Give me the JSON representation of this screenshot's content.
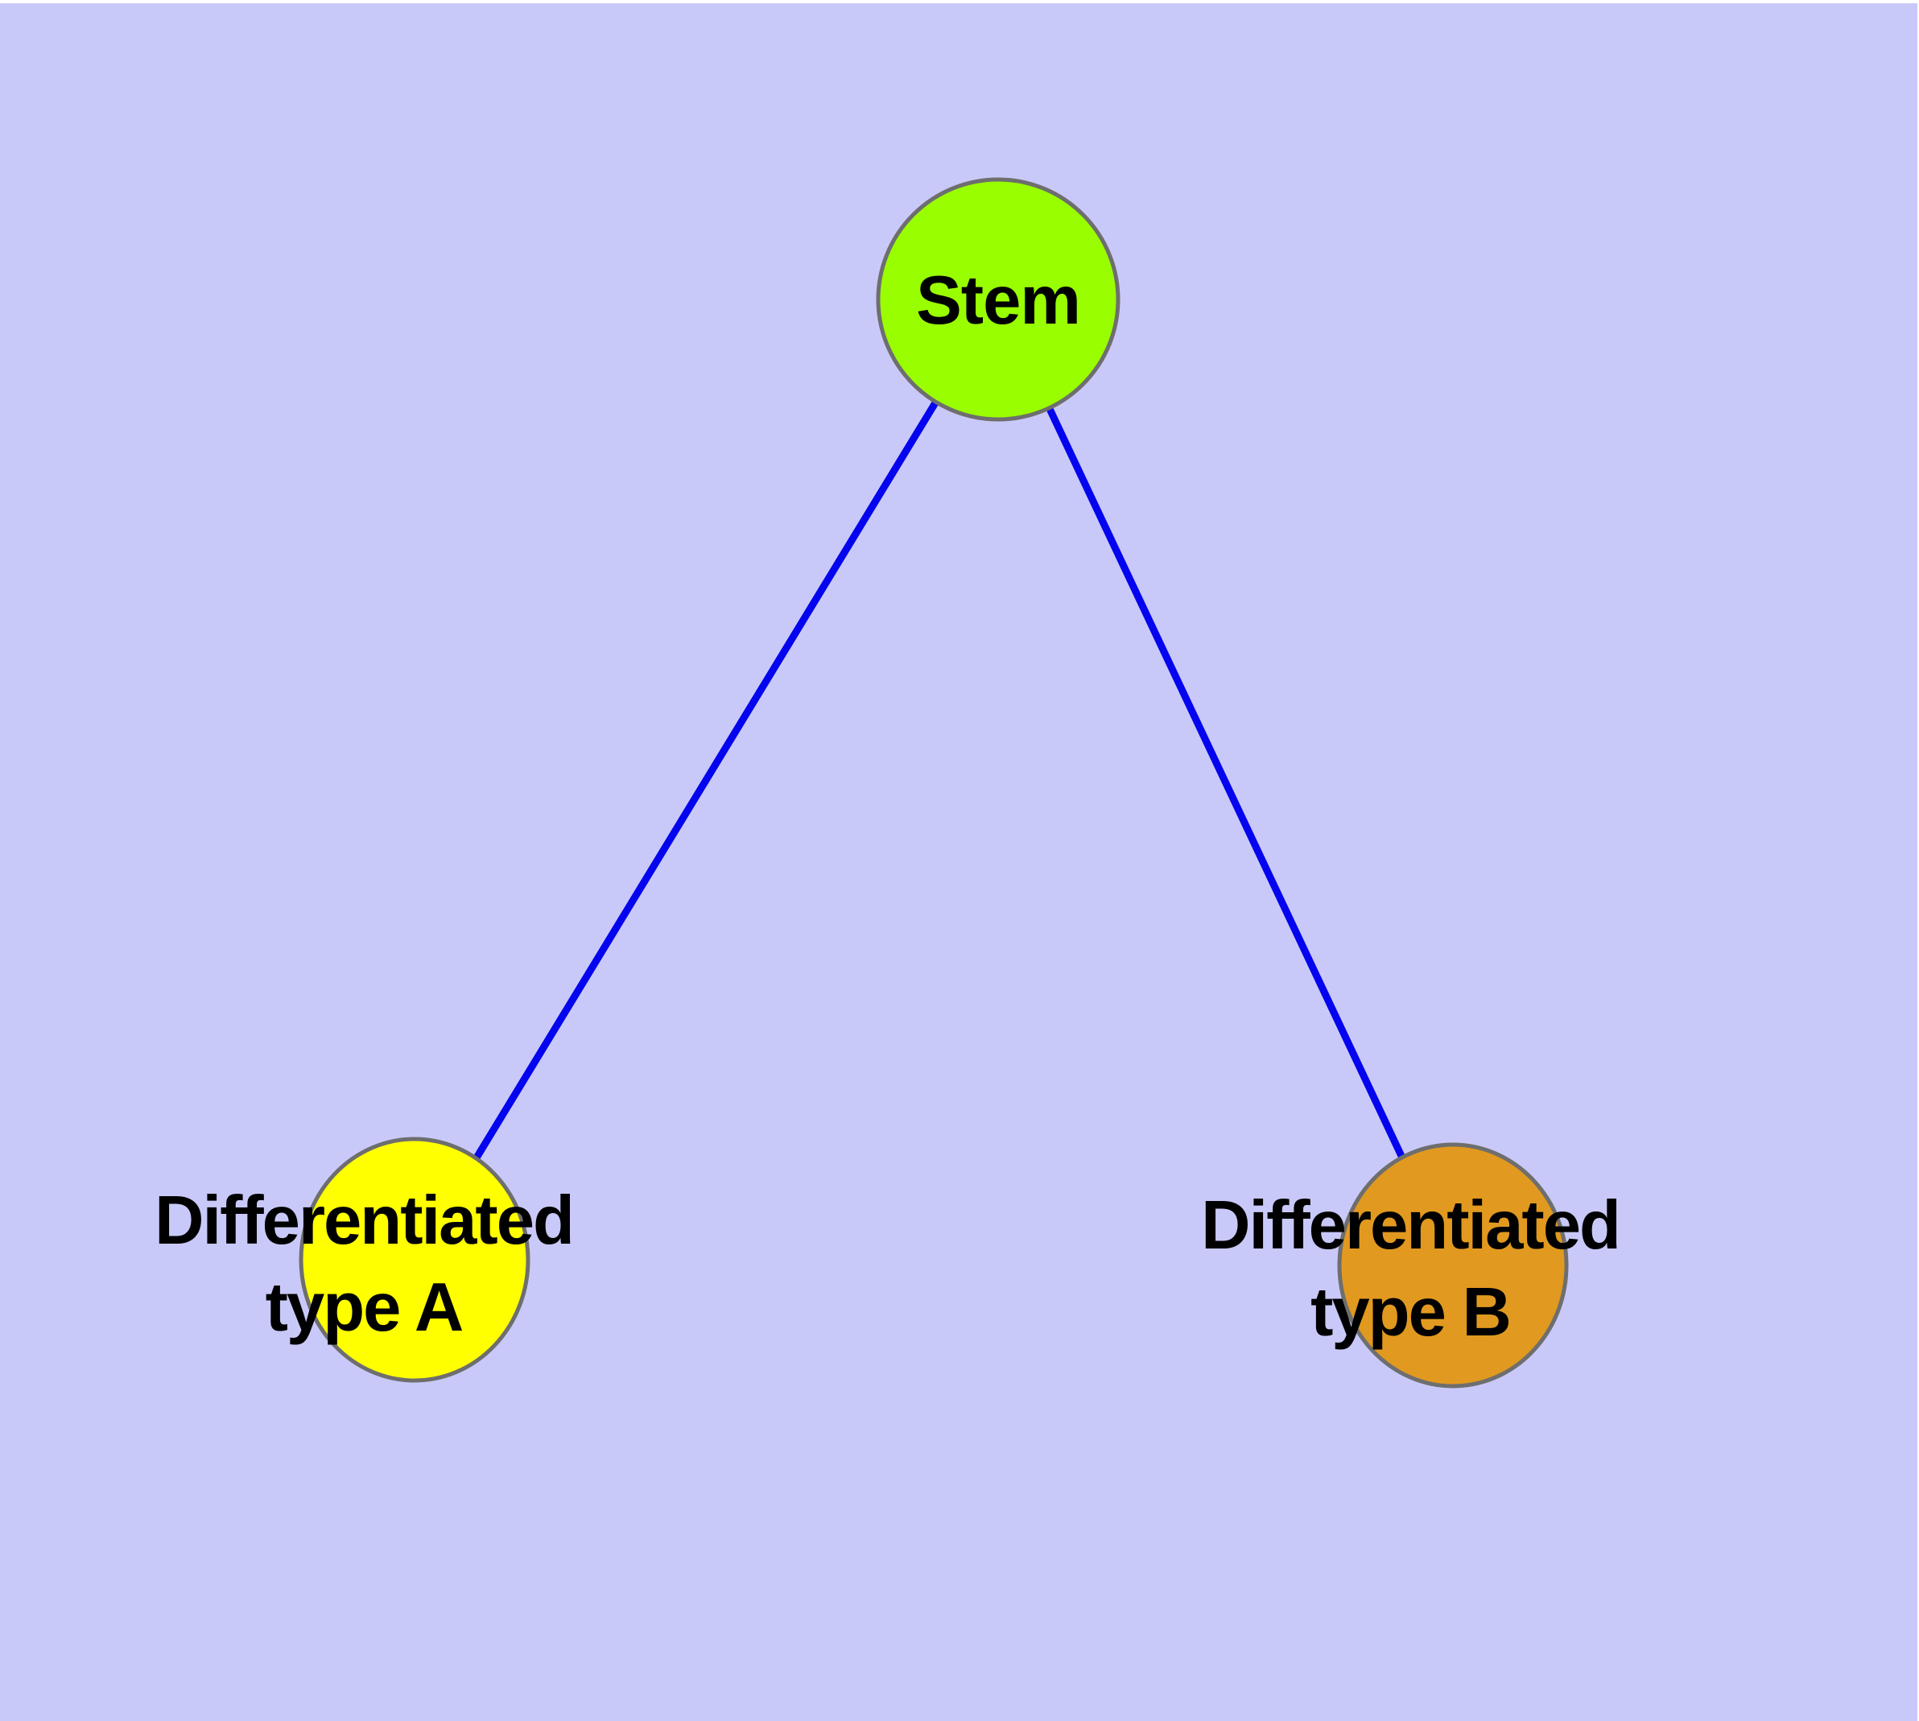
{
  "diagram": {
    "type": "graph",
    "background_color": "#C9C9F9",
    "page_margin_color": "#FFFFFF",
    "edge_color": "#0404EE",
    "node_border_color": "#6E6E6E",
    "label_color": "#000000",
    "nodes": [
      {
        "id": "stem",
        "label": "Stem",
        "fill": "#99FE00"
      },
      {
        "id": "differentiated-type-a",
        "label_line1": "Differentiated",
        "label_line2": "type A",
        "fill": "#FFFF00"
      },
      {
        "id": "differentiated-type-b",
        "label_line1": "Differentiated",
        "label_line2": "type B",
        "fill": "#E1991F"
      }
    ],
    "edges": [
      {
        "from": "stem",
        "to": "differentiated-type-a"
      },
      {
        "from": "stem",
        "to": "differentiated-type-b"
      }
    ]
  }
}
